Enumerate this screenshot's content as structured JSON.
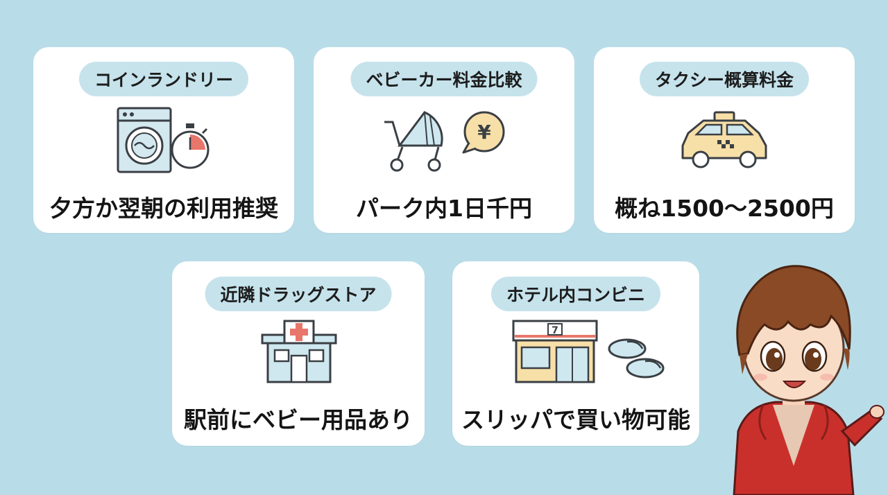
{
  "cards": [
    {
      "title": "コインランドリー",
      "text": "夕方か翌朝の利用推奨",
      "icons": [
        "washing-machine-icon",
        "stopwatch-icon"
      ]
    },
    {
      "title": "ベビーカー料金比較",
      "text": "パーク内1日千円",
      "icons": [
        "stroller-icon",
        "yen-coin-icon"
      ]
    },
    {
      "title": "タクシー概算料金",
      "text": "概ね1500～2500円",
      "icons": [
        "taxi-icon"
      ]
    },
    {
      "title": "近隣ドラッグストア",
      "text": "駅前にベビー用品あり",
      "icons": [
        "pharmacy-icon"
      ]
    },
    {
      "title": "ホテル内コンビニ",
      "text": "スリッパで買い物可能",
      "icons": [
        "convenience-store-icon",
        "slippers-icon"
      ]
    }
  ],
  "icon_labels": {
    "yen": "¥",
    "store_sign": "7"
  },
  "colors": {
    "background": "#b9dde8",
    "card": "#ffffff",
    "pill": "#c6e3ec",
    "icon_fill": "#cfe8f0",
    "taxi_fill": "#f7dfa8",
    "accent_red": "#e8766a"
  }
}
